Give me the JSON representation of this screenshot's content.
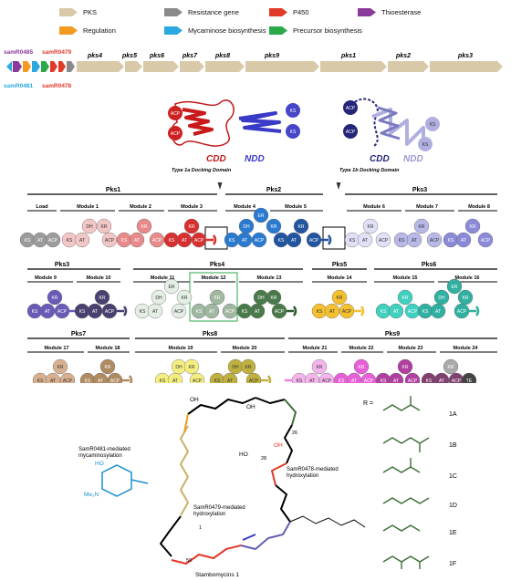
{
  "legend": [
    {
      "label": "PKS",
      "color": "#d8c9a8"
    },
    {
      "label": "Resistance gene",
      "color": "#8a8a8a"
    },
    {
      "label": "P450",
      "color": "#e23a2a"
    },
    {
      "label": "Thioesterase",
      "color": "#8a3a9a"
    },
    {
      "label": "Regulation",
      "color": "#f39b20"
    },
    {
      "label": "Mycaminose biosynthesis",
      "color": "#2aa8e0"
    },
    {
      "label": "Precursor biosynthesis",
      "color": "#2aa84a"
    }
  ],
  "genes": {
    "sam0485": "samR0485",
    "sam0479": "samR0479",
    "sam0481": "samR0481",
    "sam0478": "samR0478",
    "pks": [
      "pks4",
      "pks5",
      "pks6",
      "pks7",
      "pks8",
      "pks9",
      "pks1",
      "pks2",
      "pks3"
    ]
  },
  "docking": {
    "a_cdd": "CDD",
    "a_ndd": "NDD",
    "a_caption": "Type 1a Docking Domain",
    "b_cdd": "CDD",
    "b_ndd": "NDD",
    "b_caption": "Type 1b Docking Domain",
    "acp": "ACP",
    "ks": "KS"
  },
  "row1": {
    "pks1": "Pks1",
    "pks2": "Pks2",
    "pks3": "Pks3",
    "modules": [
      "Load",
      "Module 1",
      "Module 2",
      "Module 3",
      "Module 4",
      "Module 5",
      "Module 6",
      "Module 7",
      "Module 8"
    ]
  },
  "row2": {
    "pks3": "Pks3",
    "pks4": "Pks4",
    "pks5": "Pks5",
    "pks6": "Pks6",
    "modules": [
      "Module 9",
      "Module 10",
      "Module 11",
      "Module 12",
      "Module 13",
      "Module 14",
      "Module 15",
      "Module 16"
    ]
  },
  "row3": {
    "pks7": "Pks7",
    "pks8": "Pks8",
    "pks9": "Pks9",
    "modules": [
      "Module 17",
      "Module 18",
      "Module 19",
      "Module 20",
      "Module 21",
      "Module 22",
      "Module 23",
      "Module 24"
    ]
  },
  "structure": {
    "ann1": "SamR0481-mediated\nmycaminosylation",
    "ann2": "SamR0478-mediated\nhydroxylation",
    "ann3": "SamR0479-mediated\nhydroxylation",
    "num26": "26",
    "num28": "28",
    "num1": "1",
    "num50": "50",
    "caption": "Stambomycins 1",
    "me2n": "Me₂N",
    "ho": "HO",
    "oh": "OH",
    "r_eq": "R =",
    "r_labels": [
      "1A",
      "1B",
      "1C",
      "1D",
      "1E",
      "1F"
    ]
  },
  "domain_labels": {
    "ks": "KS",
    "at": "AT",
    "acp": "ACP",
    "kr": "KR",
    "dh": "DH",
    "er": "ER",
    "te": "TE"
  }
}
